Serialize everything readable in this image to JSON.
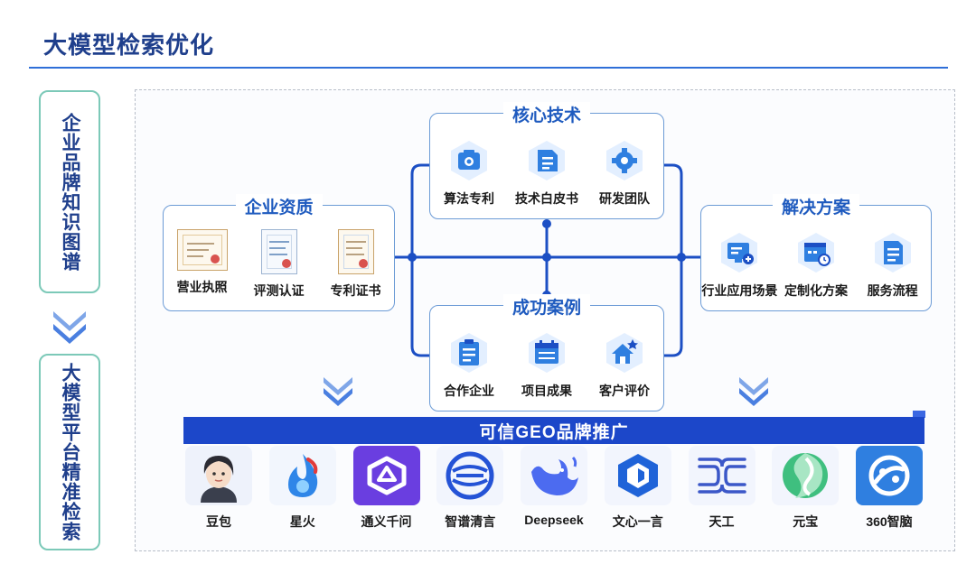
{
  "header": {
    "title": "大模型检索优化"
  },
  "sidebar": {
    "top": "企业品牌知识图谱",
    "bottom": "大模型平台精准检索"
  },
  "core_tech": {
    "title": "核心技术",
    "items": [
      {
        "label": "算法专利",
        "icon": "camera-icon"
      },
      {
        "label": "技术白皮书",
        "icon": "document-icon"
      },
      {
        "label": "研发团队",
        "icon": "gear-icon"
      }
    ]
  },
  "qualification": {
    "title": "企业资质",
    "items": [
      {
        "label": "营业执照",
        "icon": "license-certificate-icon"
      },
      {
        "label": "评测认证",
        "icon": "evaluation-certificate-icon"
      },
      {
        "label": "专利证书",
        "icon": "patent-certificate-icon"
      }
    ]
  },
  "solution": {
    "title": "解决方案",
    "items": [
      {
        "label": "行业应用场景",
        "icon": "monitor-add-icon"
      },
      {
        "label": "定制化方案",
        "icon": "calendar-clock-icon"
      },
      {
        "label": "服务流程",
        "icon": "list-document-icon"
      }
    ]
  },
  "cases": {
    "title": "成功案例",
    "items": [
      {
        "label": "合作企业",
        "icon": "clipboard-icon"
      },
      {
        "label": "项目成果",
        "icon": "calendar-grid-icon"
      },
      {
        "label": "客户评价",
        "icon": "house-star-icon"
      }
    ]
  },
  "banner": {
    "text": "可信GEO品牌推广"
  },
  "platforms": [
    {
      "label": "豆包",
      "icon": "doubao-logo"
    },
    {
      "label": "星火",
      "icon": "xinghuo-logo"
    },
    {
      "label": "通义千问",
      "icon": "tongyi-logo"
    },
    {
      "label": "智谱清言",
      "icon": "zhipu-logo"
    },
    {
      "label": "Deepseek",
      "icon": "deepseek-logo"
    },
    {
      "label": "文心一言",
      "icon": "wenxin-logo"
    },
    {
      "label": "天工",
      "icon": "tiangong-logo"
    },
    {
      "label": "元宝",
      "icon": "yuanbao-logo"
    },
    {
      "label": "360智脑",
      "icon": "360-logo"
    }
  ],
  "colors": {
    "title": "#1f3f8c",
    "accent": "#1c47c9",
    "panel_border": "#6c9bd6",
    "side_border": "#7cc9b8",
    "icon_blue": "#2f7fe0"
  }
}
